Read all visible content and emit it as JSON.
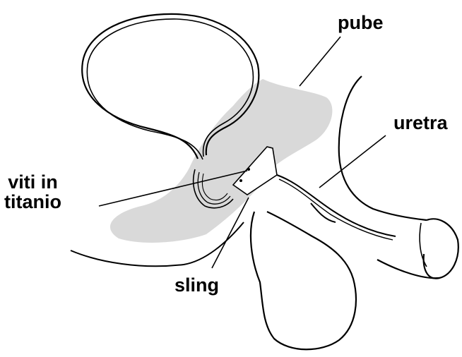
{
  "labels": {
    "pube": "pube",
    "uretra": "uretra",
    "viti_line1": "viti in",
    "viti_line2": "titanio",
    "sling": "sling"
  },
  "colors": {
    "line": "#000000",
    "bone_shade": "#d9d9d9",
    "background": "#ffffff"
  }
}
